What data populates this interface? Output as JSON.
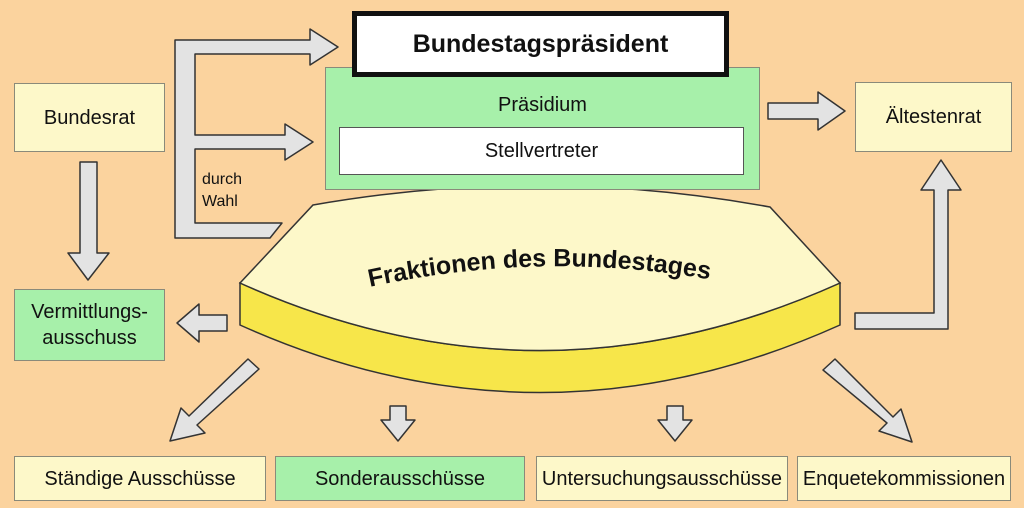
{
  "colors": {
    "background": "#fbd39e",
    "cream_box": "#fdf8c9",
    "green_box": "#a7f0aa",
    "arrow_fill": "#e3e3e3",
    "arrow_stroke": "#333333",
    "faction_top": "#fdf8c9",
    "faction_side": "#f7e64a"
  },
  "nodes": {
    "bundestagspraesident": "Bundestagspräsident",
    "praesidium": "Präsidium",
    "stellvertreter": "Stellvertreter",
    "bundesrat": "Bundesrat",
    "aeltestenrat": "Ältestenrat",
    "vermittlungsausschuss_line1": "Vermittlungs-",
    "vermittlungsausschuss_line2": "ausschuss",
    "fraktionen": "Fraktionen des Bundestages",
    "staendige_ausschuesse": "Ständige Ausschüsse",
    "sonderausschuesse": "Sonderausschüsse",
    "untersuchungsausschuesse": "Untersuchungsausschüsse",
    "enquetekommissionen": "Enquetekommissionen"
  },
  "labels": {
    "durch": "durch",
    "wahl": "Wahl"
  }
}
